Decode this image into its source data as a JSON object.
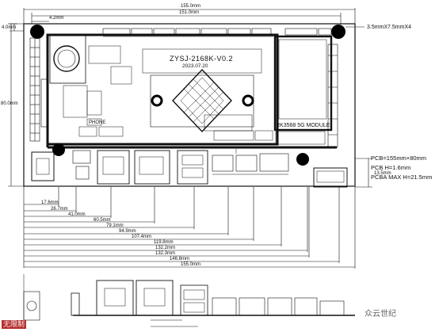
{
  "board": {
    "title": "ZYSJ-2168K-V0.2",
    "date": "2023.07.20",
    "module": "RK3568 5G MODULE",
    "phone_label": "PHONE"
  },
  "top_dims": {
    "width_outer": "155.0mm",
    "width_inner": "151.0mm",
    "left_offset": "4.2mm",
    "top_offset": "4.0mm"
  },
  "side_dims": {
    "height": "80.0mm"
  },
  "hole_note": "3.5mmX7.5mmX4",
  "specs": [
    "PCB=155mm×80mm",
    "PCB  H=1.6mm",
    "PCBA  MAX  H=21.5mm"
  ],
  "right_dim": "13.5mm",
  "bottom_dims": [
    "17.6mm",
    "26.7mm",
    "41.0mm",
    "60.5mm",
    "79.1mm",
    "94.9mm",
    "107.4mm",
    "119.8mm",
    "132.2mm",
    "132.3mm",
    "146.8mm",
    "155.0mm"
  ],
  "watermark": {
    "text": "众云世纪",
    "corner": "无限制"
  },
  "colors": {
    "line": "#111111",
    "board_fill": "#ffffff",
    "hole": "#000000"
  }
}
